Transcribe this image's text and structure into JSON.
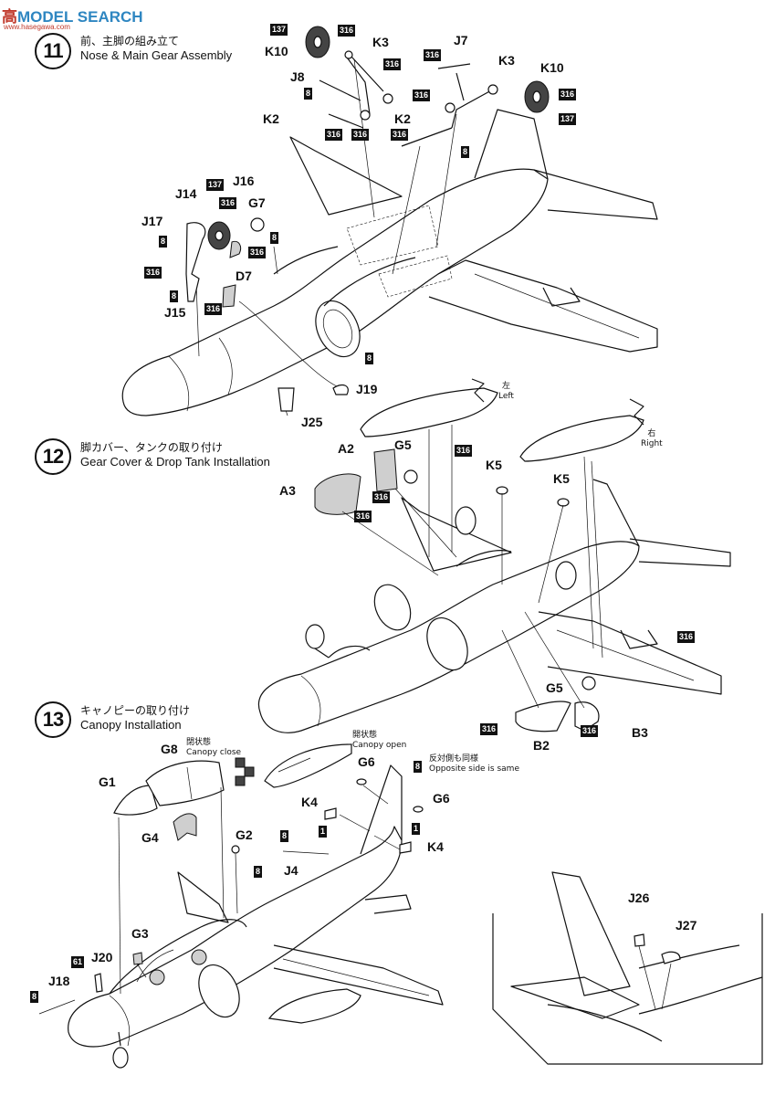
{
  "watermark": {
    "text_cn": "高",
    "text_en": "MODEL SEARCH",
    "url": "www.hasegawa.com"
  },
  "steps": [
    {
      "num": "11",
      "title_jp": "前、主脚の組み立て",
      "title_en": "Nose & Main Gear Assembly"
    },
    {
      "num": "12",
      "title_jp": "脚カバー、タンクの取り付け",
      "title_en": "Gear Cover & Drop Tank Installation"
    },
    {
      "num": "13",
      "title_jp": "キャノピーの取り付け",
      "title_en": "Canopy Installation"
    }
  ],
  "step11_parts": {
    "k10a": "K10",
    "k3a": "K3",
    "j8": "J8",
    "k2a": "K2",
    "j7": "J7",
    "k3b": "K3",
    "k10b": "K10",
    "k2b": "K2",
    "j14": "J14",
    "j16": "J16",
    "g7": "G7",
    "j17": "J17",
    "d7": "D7",
    "j15": "J15",
    "j19": "J19",
    "j25": "J25"
  },
  "step12_parts": {
    "a2": "A2",
    "g5a": "G5",
    "a3": "A3",
    "k5a": "K5",
    "k5b": "K5",
    "g5b": "G5",
    "b2": "B2",
    "b3": "B3"
  },
  "step12_notes": {
    "left_jp": "左",
    "left_en": "Left",
    "right_jp": "右",
    "right_en": "Right"
  },
  "step13_parts": {
    "g8": "G8",
    "g1": "G1",
    "g4": "G4",
    "g6a": "G6",
    "g6b": "G6",
    "k4a": "K4",
    "k4b": "K4",
    "g2": "G2",
    "j4": "J4",
    "g3": "G3",
    "j20": "J20",
    "j18": "J18",
    "j26": "J26",
    "j27": "J27"
  },
  "step13_notes": {
    "close_jp": "閉状態",
    "close_en": "Canopy close",
    "open_jp": "開状態",
    "open_en": "Canopy open",
    "opp_jp": "反対側も同様",
    "opp_en": "Opposite side is same"
  },
  "paint_codes": {
    "c137": "137",
    "c316": "316",
    "c8": "8",
    "c1": "1",
    "c61": "61"
  }
}
